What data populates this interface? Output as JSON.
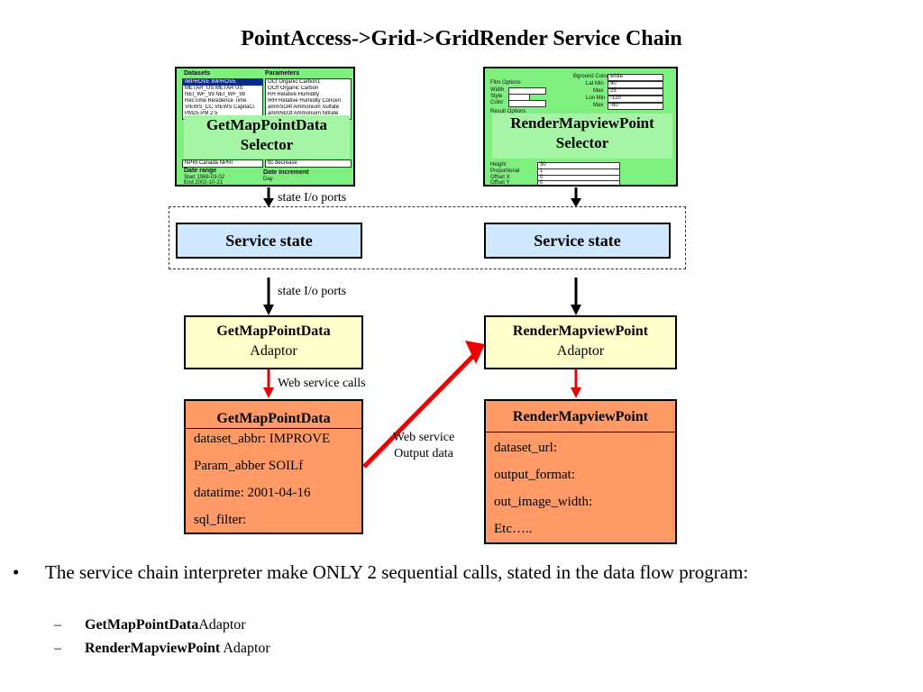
{
  "title": "PointAccess->Grid->GridRender Service Chain",
  "left_selector": {
    "label_line1": "GetMapPointData",
    "label_line2": "Selector",
    "datasets_header": "Datasets",
    "parameters_header": "Parameters",
    "datasets": [
      "IMPROVE  IMPROVE",
      "METAR_US  METAR US",
      "NEI_WF_99  NEI_WF_99",
      "RecTime  Residence Time",
      "VIEWS_CC  VIEWS CapitaCi",
      "PM25  PM 2.5"
    ],
    "parameters": [
      "OCf  Organic Carbon1",
      "OCff  Organic Carbon",
      "RH  Relative Humidity",
      "fRH  Relative Humidity Concen",
      "ammSO4f  Ammonium Sulfate",
      "ammNO3f  Ammonium Nitrate"
    ],
    "lower_left": "NPRI  Canada NPRI",
    "lower_right": "ttc  decrease",
    "date_range_header": "Date range",
    "start": "Start  1988-03-02",
    "end": "End  2002-10-21",
    "date_increment_header": "Date increment",
    "increment": "Day"
  },
  "right_selector": {
    "label_line1": "RenderMapviewPoint",
    "label_line2": "Selector",
    "film_options": "Film Options",
    "width_label": "Width",
    "style_label": "Style",
    "color_label": "Color",
    "bground_color": "Bground Color",
    "bground_value": "white",
    "lat_min": "Lat Min",
    "lat_min_val": "90",
    "max": "Max",
    "max_val": "25",
    "lon_min": "Lon Min",
    "lon_min_val": "-120",
    "lon_max": "Max",
    "lon_max_val": "-60",
    "result_options": "Result Options",
    "height": "Height",
    "height_val": "30",
    "proportional": "Proportional",
    "prop_val": "1",
    "offset_x": "Offset X",
    "offset_x_val": "0",
    "offset_y": "Offset Y",
    "offset_y_val": "0"
  },
  "state_io_top": "state I/o ports",
  "state_io_bottom": "state I/o ports",
  "service_state_left": "Service state",
  "service_state_right": "Service state",
  "left_adaptor": {
    "name": "GetMapPointData",
    "sub": "Adaptor"
  },
  "right_adaptor": {
    "name": "RenderMapviewPoint",
    "sub": "Adaptor"
  },
  "web_service_calls": "Web service calls",
  "web_service_output_line1": "Web service",
  "web_service_output_line2": "Output data",
  "left_service": {
    "header": "GetMapPointData",
    "rows": [
      "dataset_abbr: IMPROVE",
      "Param_abber SOILf",
      "datatime: 2001-04-16",
      "sql_filter:"
    ]
  },
  "right_service": {
    "header": "RenderMapviewPoint",
    "rows": [
      "dataset_url:",
      "output_format:",
      "out_image_width:",
      "Etc….."
    ]
  },
  "bullet_marker": "•",
  "bullet_text": "The service chain interpreter make ONLY 2 sequential calls, stated in the data flow program:",
  "sub_marker": "–",
  "sub_items": [
    {
      "bold": "GetMapPointData",
      "rest": "Adaptor"
    },
    {
      "bold": "RenderMapviewPoint",
      "rest": " Adaptor"
    }
  ],
  "colors": {
    "selector_green": "#7ff07f",
    "state_blue": "#cfe8ff",
    "adaptor_yellow": "#ffffcc",
    "service_orange": "#ff9966",
    "arrow_red": "#ee0000"
  }
}
